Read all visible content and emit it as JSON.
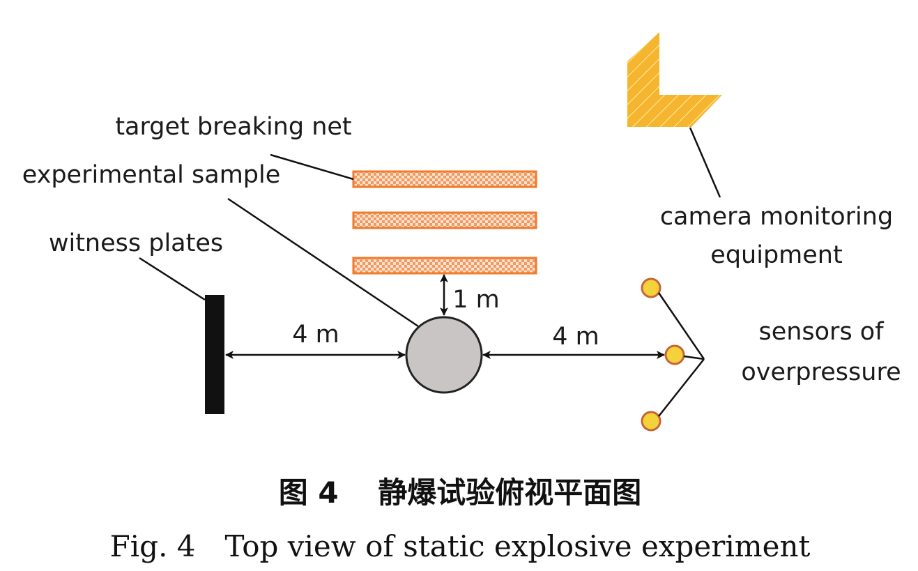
{
  "labels": {
    "target_breaking_net": "target breaking net",
    "experimental_sample": "experimental sample",
    "witness_plates": "witness plates",
    "camera_line1": "camera monitoring",
    "camera_line2": "equipment",
    "sensors_line1": "sensors of",
    "sensors_line2": "overpressure"
  },
  "dimensions": {
    "net_gap": "1 m",
    "left_distance": "4 m",
    "right_distance": "4 m"
  },
  "caption": {
    "chinese": "图 4　 静爆试验俯视平面图",
    "english": "Fig. 4　Top view of static explosive experiment"
  },
  "colors": {
    "net_fill": "#f6a77a",
    "net_stroke": "#f07a2a",
    "camera_fill": "#f5b52e",
    "sample_fill": "#c9c5c5",
    "sensor_fill": "#f4d23a",
    "sensor_stroke": "#c8643a",
    "plate_fill": "#111111"
  }
}
